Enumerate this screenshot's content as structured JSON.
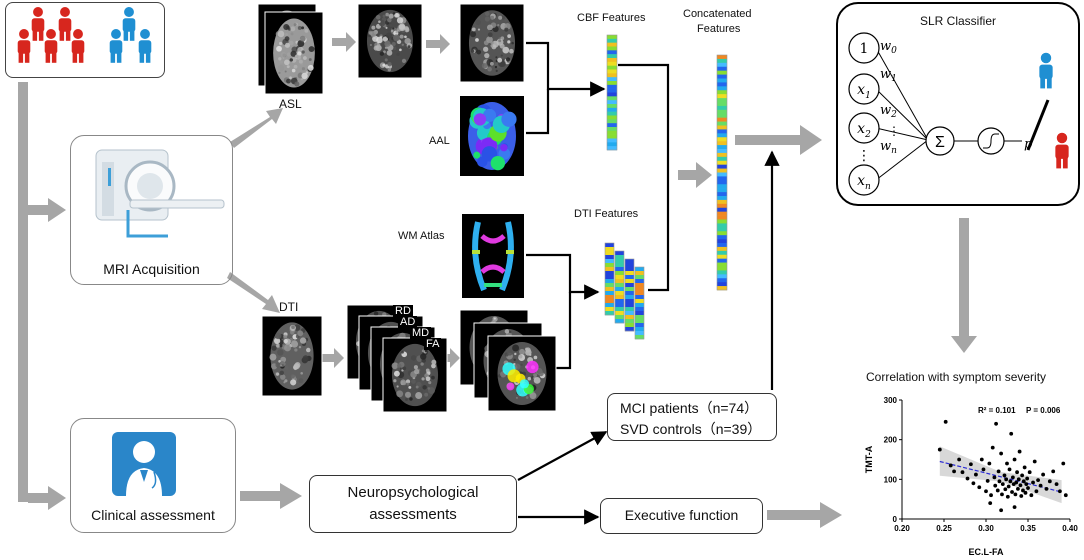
{
  "labels": {
    "asl": "ASL",
    "dti": "DTI",
    "aal": "AAL",
    "wm_atlas": "WM Atlas",
    "cbf_features": "CBF Features",
    "dti_features": "DTI Features",
    "concatenated": [
      "Concatenated",
      "Features"
    ],
    "slr_title": "SLR Classifier",
    "mri": "MRI Acquisition",
    "clinical": "Clinical assessment",
    "neuro": [
      "Neuropsychological",
      "assessments"
    ],
    "mci": "MCI patients（n=74）",
    "svd": "SVD controls（n=39）",
    "exec": "Executive function",
    "correlation_title": "Correlation with symptom severity",
    "dti_maps": [
      "RD",
      "AD",
      "MD",
      "FA"
    ],
    "neuron_nodes": [
      "1",
      "x",
      "x",
      "x",
      "x"
    ],
    "node_subs": [
      "",
      "1",
      "2",
      "",
      "n"
    ],
    "weights": [
      "w",
      "w",
      "w",
      "w"
    ],
    "weight_subs": [
      "0",
      "1",
      "2",
      "n"
    ],
    "sum_symbol": "Σ",
    "output_p": "p",
    "dots": "⋮"
  },
  "colors": {
    "red_person": "#d7261e",
    "blue_person": "#1f8fd2",
    "arrow_gray": "#a6a6a6",
    "regression_line": "#2b2bd6",
    "ci_band": "#c8c8c8"
  },
  "chart_data": {
    "type": "scatter",
    "title": "",
    "xlabel": "EC.L-FA",
    "ylabel": "TMT-A",
    "xlim": [
      0.2,
      0.4
    ],
    "ylim": [
      0,
      300
    ],
    "xticks": [
      "0.20",
      "0.25",
      "0.30",
      "0.35",
      "0.40"
    ],
    "yticks": [
      "0",
      "100",
      "200",
      "300"
    ],
    "annotation_r2": "R² = 0.101",
    "annotation_p": "P = 0.006",
    "regression": {
      "x": [
        0.245,
        0.39
      ],
      "y": [
        145,
        68
      ]
    },
    "points": [
      [
        0.245,
        175
      ],
      [
        0.252,
        245
      ],
      [
        0.258,
        135
      ],
      [
        0.262,
        120
      ],
      [
        0.268,
        150
      ],
      [
        0.272,
        118
      ],
      [
        0.278,
        102
      ],
      [
        0.282,
        138
      ],
      [
        0.285,
        90
      ],
      [
        0.288,
        112
      ],
      [
        0.292,
        80
      ],
      [
        0.295,
        150
      ],
      [
        0.297,
        125
      ],
      [
        0.3,
        70
      ],
      [
        0.302,
        96
      ],
      [
        0.304,
        140
      ],
      [
        0.306,
        60
      ],
      [
        0.308,
        180
      ],
      [
        0.31,
        105
      ],
      [
        0.311,
        84
      ],
      [
        0.312,
        240
      ],
      [
        0.314,
        72
      ],
      [
        0.315,
        120
      ],
      [
        0.316,
        95
      ],
      [
        0.318,
        165
      ],
      [
        0.319,
        62
      ],
      [
        0.32,
        88
      ],
      [
        0.322,
        110
      ],
      [
        0.323,
        75
      ],
      [
        0.324,
        100
      ],
      [
        0.325,
        140
      ],
      [
        0.326,
        56
      ],
      [
        0.327,
        82
      ],
      [
        0.328,
        125
      ],
      [
        0.329,
        95
      ],
      [
        0.33,
        215
      ],
      [
        0.331,
        68
      ],
      [
        0.332,
        105
      ],
      [
        0.333,
        88
      ],
      [
        0.334,
        150
      ],
      [
        0.335,
        62
      ],
      [
        0.336,
        92
      ],
      [
        0.337,
        118
      ],
      [
        0.338,
        76
      ],
      [
        0.339,
        100
      ],
      [
        0.34,
        170
      ],
      [
        0.341,
        85
      ],
      [
        0.342,
        58
      ],
      [
        0.343,
        110
      ],
      [
        0.344,
        72
      ],
      [
        0.345,
        95
      ],
      [
        0.346,
        130
      ],
      [
        0.347,
        66
      ],
      [
        0.348,
        88
      ],
      [
        0.349,
        102
      ],
      [
        0.35,
        78
      ],
      [
        0.352,
        118
      ],
      [
        0.354,
        60
      ],
      [
        0.356,
        92
      ],
      [
        0.358,
        145
      ],
      [
        0.36,
        70
      ],
      [
        0.362,
        98
      ],
      [
        0.365,
        84
      ],
      [
        0.368,
        112
      ],
      [
        0.372,
        76
      ],
      [
        0.376,
        95
      ],
      [
        0.38,
        120
      ],
      [
        0.384,
        88
      ],
      [
        0.388,
        70
      ],
      [
        0.392,
        140
      ],
      [
        0.395,
        60
      ],
      [
        0.318,
        22
      ],
      [
        0.305,
        40
      ],
      [
        0.334,
        30
      ]
    ]
  }
}
